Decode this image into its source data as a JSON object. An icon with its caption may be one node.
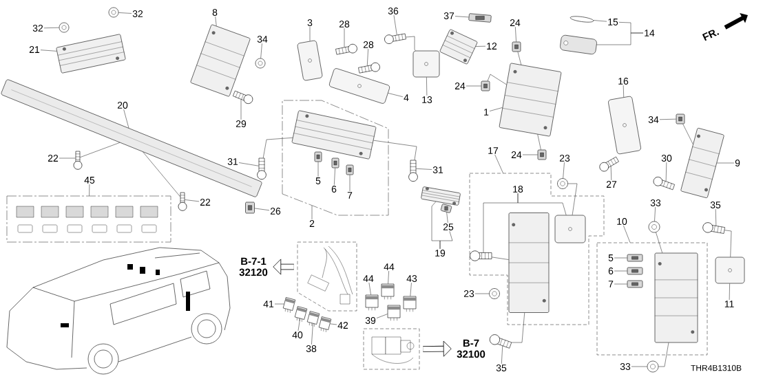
{
  "diagram": {
    "nodes": [
      {
        "text": [
          "32"
        ]
      },
      {
        "text": [],
        "shape": "picture"
      },
      {
        "text": [
          "32"
        ]
      },
      {
        "text": [],
        "shape": "picture"
      },
      {
        "text": [
          "21"
        ]
      },
      {
        "text": [],
        "shape": "picture"
      },
      {
        "text": [
          "8"
        ]
      },
      {
        "text": [],
        "shape": "picture"
      },
      {
        "text": [
          "34"
        ]
      },
      {
        "text": [],
        "shape": "picture"
      },
      {
        "text": [
          "29"
        ]
      },
      {
        "text": [],
        "shape": "picture"
      },
      {
        "text": [
          "20"
        ]
      },
      {
        "text": [],
        "shape": "picture"
      },
      {
        "text": [
          "22"
        ]
      },
      {
        "text": [],
        "shape": "picture"
      },
      {
        "text": [
          "22"
        ]
      },
      {
        "text": [],
        "shape": "picture"
      },
      {
        "text": [
          "45"
        ]
      },
      {
        "text": [],
        "shape": "box"
      },
      {
        "text": [
          "26"
        ]
      },
      {
        "text": [],
        "shape": "picture"
      },
      {
        "text": [
          "3"
        ]
      },
      {
        "text": [],
        "shape": "picture"
      },
      {
        "text": [
          "28"
        ]
      },
      {
        "text": [],
        "shape": "picture"
      },
      {
        "text": [
          "28"
        ]
      },
      {
        "text": [],
        "shape": "picture"
      },
      {
        "text": [
          "36"
        ]
      },
      {
        "text": [],
        "shape": "picture"
      },
      {
        "text": [
          "37"
        ]
      },
      {
        "text": [],
        "shape": "picture"
      },
      {
        "text": [
          "12"
        ]
      },
      {
        "text": [],
        "shape": "picture"
      },
      {
        "text": [
          "4"
        ]
      },
      {
        "text": [],
        "shape": "picture"
      },
      {
        "text": [
          "13"
        ]
      },
      {
        "text": [],
        "shape": "picture"
      },
      {
        "text": [
          "2"
        ]
      },
      {
        "text": [],
        "shape": "box"
      },
      {
        "text": [],
        "shape": "picture",
        "in": 39
      },
      {
        "text": [
          "5"
        ],
        "in": 39
      },
      {
        "text": [],
        "shape": "picture",
        "in": 39
      },
      {
        "text": [
          "6"
        ],
        "in": 39
      },
      {
        "text": [],
        "shape": "picture",
        "in": 39
      },
      {
        "text": [
          "7"
        ],
        "in": 39
      },
      {
        "text": [],
        "shape": "picture",
        "in": 39
      },
      {
        "text": [
          "31"
        ]
      },
      {
        "text": [],
        "shape": "picture"
      },
      {
        "text": [
          "31"
        ]
      },
      {
        "text": [],
        "shape": "picture"
      },
      {
        "text": [
          "24"
        ]
      },
      {
        "text": [],
        "shape": "picture"
      },
      {
        "text": [
          "24"
        ]
      },
      {
        "text": [],
        "shape": "picture"
      },
      {
        "text": [
          "1"
        ]
      },
      {
        "text": [],
        "shape": "picture"
      },
      {
        "text": [
          "24"
        ]
      },
      {
        "text": [],
        "shape": "picture"
      },
      {
        "text": [
          "15"
        ]
      },
      {
        "text": [],
        "shape": "picture"
      },
      {
        "text": [
          "14"
        ]
      },
      {
        "text": [],
        "shape": "picture"
      },
      {
        "text": [
          "16"
        ]
      },
      {
        "text": [],
        "shape": "picture"
      },
      {
        "text": [
          "34"
        ]
      },
      {
        "text": [],
        "shape": "picture"
      },
      {
        "text": [
          "9"
        ]
      },
      {
        "text": [],
        "shape": "picture"
      },
      {
        "text": [
          "27"
        ]
      },
      {
        "text": [],
        "shape": "picture"
      },
      {
        "text": [
          "30"
        ]
      },
      {
        "text": [],
        "shape": "picture"
      },
      {
        "text": [
          "23"
        ]
      },
      {
        "text": [],
        "shape": "picture"
      },
      {
        "text": [
          "17"
        ]
      },
      {
        "text": [],
        "shape": "box"
      },
      {
        "text": [
          "18"
        ],
        "in": 76
      },
      {
        "text": [],
        "shape": "picture",
        "in": 76
      },
      {
        "text": [],
        "shape": "picture",
        "in": 76
      },
      {
        "text": [],
        "shape": "picture",
        "in": 76
      },
      {
        "text": [
          "23"
        ]
      },
      {
        "text": [],
        "shape": "picture"
      },
      {
        "text": [
          "35"
        ]
      },
      {
        "text": [],
        "shape": "picture"
      },
      {
        "text": [
          "19"
        ]
      },
      {
        "text": [],
        "shape": "picture"
      },
      {
        "text": [
          "25"
        ]
      },
      {
        "text": [],
        "shape": "picture"
      },
      {
        "text": [
          "10"
        ]
      },
      {
        "text": [],
        "shape": "box"
      },
      {
        "text": [
          "5"
        ],
        "in": 90
      },
      {
        "text": [],
        "shape": "picture",
        "in": 90
      },
      {
        "text": [
          "6"
        ],
        "in": 90
      },
      {
        "text": [],
        "shape": "picture",
        "in": 90
      },
      {
        "text": [
          "7"
        ],
        "in": 90
      },
      {
        "text": [],
        "shape": "picture",
        "in": 90
      },
      {
        "text": [],
        "shape": "picture",
        "in": 90
      },
      {
        "text": [
          "33"
        ]
      },
      {
        "text": [],
        "shape": "picture"
      },
      {
        "text": [
          "33"
        ]
      },
      {
        "text": [],
        "shape": "picture"
      },
      {
        "text": [
          "35"
        ]
      },
      {
        "text": [],
        "shape": "picture"
      },
      {
        "text": [
          "11"
        ]
      },
      {
        "text": [],
        "shape": "picture"
      },
      {
        "text": [],
        "shape": "box"
      },
      {
        "text": [
          "B-7-1 32120"
        ]
      },
      {
        "text": [
          "41"
        ]
      },
      {
        "text": [],
        "shape": "picture"
      },
      {
        "text": [
          "40"
        ]
      },
      {
        "text": [],
        "shape": "picture"
      },
      {
        "text": [
          "38"
        ]
      },
      {
        "text": [],
        "shape": "picture"
      },
      {
        "text": [
          "42"
        ]
      },
      {
        "text": [],
        "shape": "picture"
      },
      {
        "text": [
          "44"
        ]
      },
      {
        "text": [],
        "shape": "picture"
      },
      {
        "text": [
          "44"
        ]
      },
      {
        "text": [],
        "shape": "picture"
      },
      {
        "text": [
          "43"
        ]
      },
      {
        "text": [],
        "shape": "picture"
      },
      {
        "text": [
          "39"
        ]
      },
      {
        "text": [],
        "shape": "picture"
      },
      {
        "text": [],
        "shape": "box"
      },
      {
        "text": [
          "B-7 32100"
        ]
      }
    ],
    "edges": [
      {
        "from": 0,
        "to": 1,
        "arrow": "none"
      },
      {
        "from": 2,
        "to": 3,
        "arrow": "none"
      },
      {
        "from": 4,
        "to": 5,
        "arrow": "none"
      },
      {
        "from": 6,
        "to": 7,
        "arrow": "none"
      },
      {
        "from": 8,
        "to": 9,
        "arrow": "none"
      },
      {
        "from": 10,
        "to": 11,
        "arrow": "none"
      },
      {
        "from": 12,
        "to": 13,
        "arrow": "none"
      },
      {
        "from": 14,
        "to": 15,
        "arrow": "none"
      },
      {
        "from": 16,
        "to": 17,
        "arrow": "none"
      },
      {
        "from": 18,
        "to": 19,
        "arrow": "none"
      },
      {
        "from": 20,
        "to": 21,
        "arrow": "none"
      },
      {
        "from": 22,
        "to": 23,
        "arrow": "none"
      },
      {
        "from": 24,
        "to": 25,
        "arrow": "none"
      },
      {
        "from": 26,
        "to": 27,
        "arrow": "none"
      },
      {
        "from": 28,
        "to": 29,
        "arrow": "none"
      },
      {
        "from": 30,
        "to": 31,
        "arrow": "none"
      },
      {
        "from": 32,
        "to": 33,
        "arrow": "none"
      },
      {
        "from": 34,
        "to": 35,
        "arrow": "none"
      },
      {
        "from": 36,
        "to": 37,
        "arrow": "none"
      },
      {
        "from": 38,
        "to": 39,
        "arrow": "none"
      },
      {
        "from": 41,
        "to": 42,
        "arrow": "none"
      },
      {
        "from": 43,
        "to": 44,
        "arrow": "none"
      },
      {
        "from": 45,
        "to": 46,
        "arrow": "none"
      },
      {
        "from": 47,
        "to": 48,
        "arrow": "none"
      },
      {
        "from": 49,
        "to": 50,
        "arrow": "none"
      },
      {
        "from": 51,
        "to": 52,
        "arrow": "none"
      },
      {
        "from": 53,
        "to": 54,
        "arrow": "none"
      },
      {
        "from": 55,
        "to": 56,
        "arrow": "none"
      },
      {
        "from": 57,
        "to": 58,
        "arrow": "none"
      },
      {
        "from": 59,
        "to": 60,
        "arrow": "none"
      },
      {
        "from": 61,
        "to": 62,
        "arrow": "none"
      },
      {
        "from": 63,
        "to": 64,
        "arrow": "none"
      },
      {
        "from": 65,
        "to": 66,
        "arrow": "none"
      },
      {
        "from": 67,
        "to": 68,
        "arrow": "none"
      },
      {
        "from": 69,
        "to": 70,
        "arrow": "none"
      },
      {
        "from": 71,
        "to": 72,
        "arrow": "none"
      },
      {
        "from": 73,
        "to": 74,
        "arrow": "none"
      },
      {
        "from": 75,
        "to": 76,
        "arrow": "none"
      },
      {
        "from": 77,
        "to": 78,
        "arrow": "none"
      },
      {
        "from": 77,
        "to": 80,
        "arrow": "none"
      },
      {
        "from": 81,
        "to": 82,
        "arrow": "none"
      },
      {
        "from": 83,
        "to": 84,
        "arrow": "none"
      },
      {
        "from": 85,
        "to": 86,
        "arrow": "none"
      },
      {
        "from": 87,
        "to": 88,
        "arrow": "none"
      },
      {
        "from": 89,
        "to": 90,
        "arrow": "none"
      },
      {
        "from": 91,
        "to": 92,
        "arrow": "none"
      },
      {
        "from": 93,
        "to": 94,
        "arrow": "none"
      },
      {
        "from": 95,
        "to": 96,
        "arrow": "none"
      },
      {
        "from": 98,
        "to": 99,
        "arrow": "none"
      },
      {
        "from": 100,
        "to": 101,
        "arrow": "none"
      },
      {
        "from": 102,
        "to": 103,
        "arrow": "none"
      },
      {
        "from": 104,
        "to": 105,
        "arrow": "none"
      },
      {
        "from": 108,
        "to": 109,
        "arrow": "none"
      },
      {
        "from": 110,
        "to": 111,
        "arrow": "none"
      },
      {
        "from": 112,
        "to": 113,
        "arrow": "none"
      },
      {
        "from": 114,
        "to": 115,
        "arrow": "none"
      },
      {
        "from": 116,
        "to": 117,
        "arrow": "none"
      },
      {
        "from": 118,
        "to": 119,
        "arrow": "none"
      },
      {
        "from": 120,
        "to": 121,
        "arrow": "none"
      },
      {
        "from": 122,
        "to": 123,
        "arrow": "none"
      },
      {
        "from": 29,
        "to": 37,
        "arrow": "none"
      },
      {
        "from": 48,
        "to": 40,
        "arrow": "none"
      },
      {
        "from": 50,
        "to": 40,
        "arrow": "none"
      },
      {
        "from": 52,
        "to": 56,
        "arrow": "none"
      },
      {
        "from": 54,
        "to": 56,
        "arrow": "none"
      },
      {
        "from": 58,
        "to": 56,
        "arrow": "none"
      },
      {
        "from": 66,
        "to": 68,
        "arrow": "none"
      },
      {
        "from": 74,
        "to": 80,
        "arrow": "none"
      },
      {
        "from": 78,
        "to": 79,
        "arrow": "none"
      },
      {
        "from": 84,
        "to": 79,
        "arrow": "none"
      },
      {
        "from": 99,
        "to": 97,
        "arrow": "none"
      },
      {
        "from": 101,
        "to": 97,
        "arrow": "none"
      },
      {
        "from": 103,
        "to": 105,
        "arrow": "none"
      },
      {
        "from": 15,
        "to": 13,
        "arrow": "none"
      },
      {
        "from": 17,
        "to": 13,
        "arrow": "none"
      },
      {
        "from": 106,
        "to": 107,
        "arrow": "to",
        "style": "thick"
      },
      {
        "from": 124,
        "to": 125,
        "arrow": "to",
        "style": "thick"
      },
      {
        "from": 61,
        "to": 59,
        "arrow": "none"
      },
      {
        "from": 85,
        "to": 87,
        "arrow": "none"
      }
    ],
    "labels": [
      "FR.",
      "THR4B1310B"
    ]
  }
}
